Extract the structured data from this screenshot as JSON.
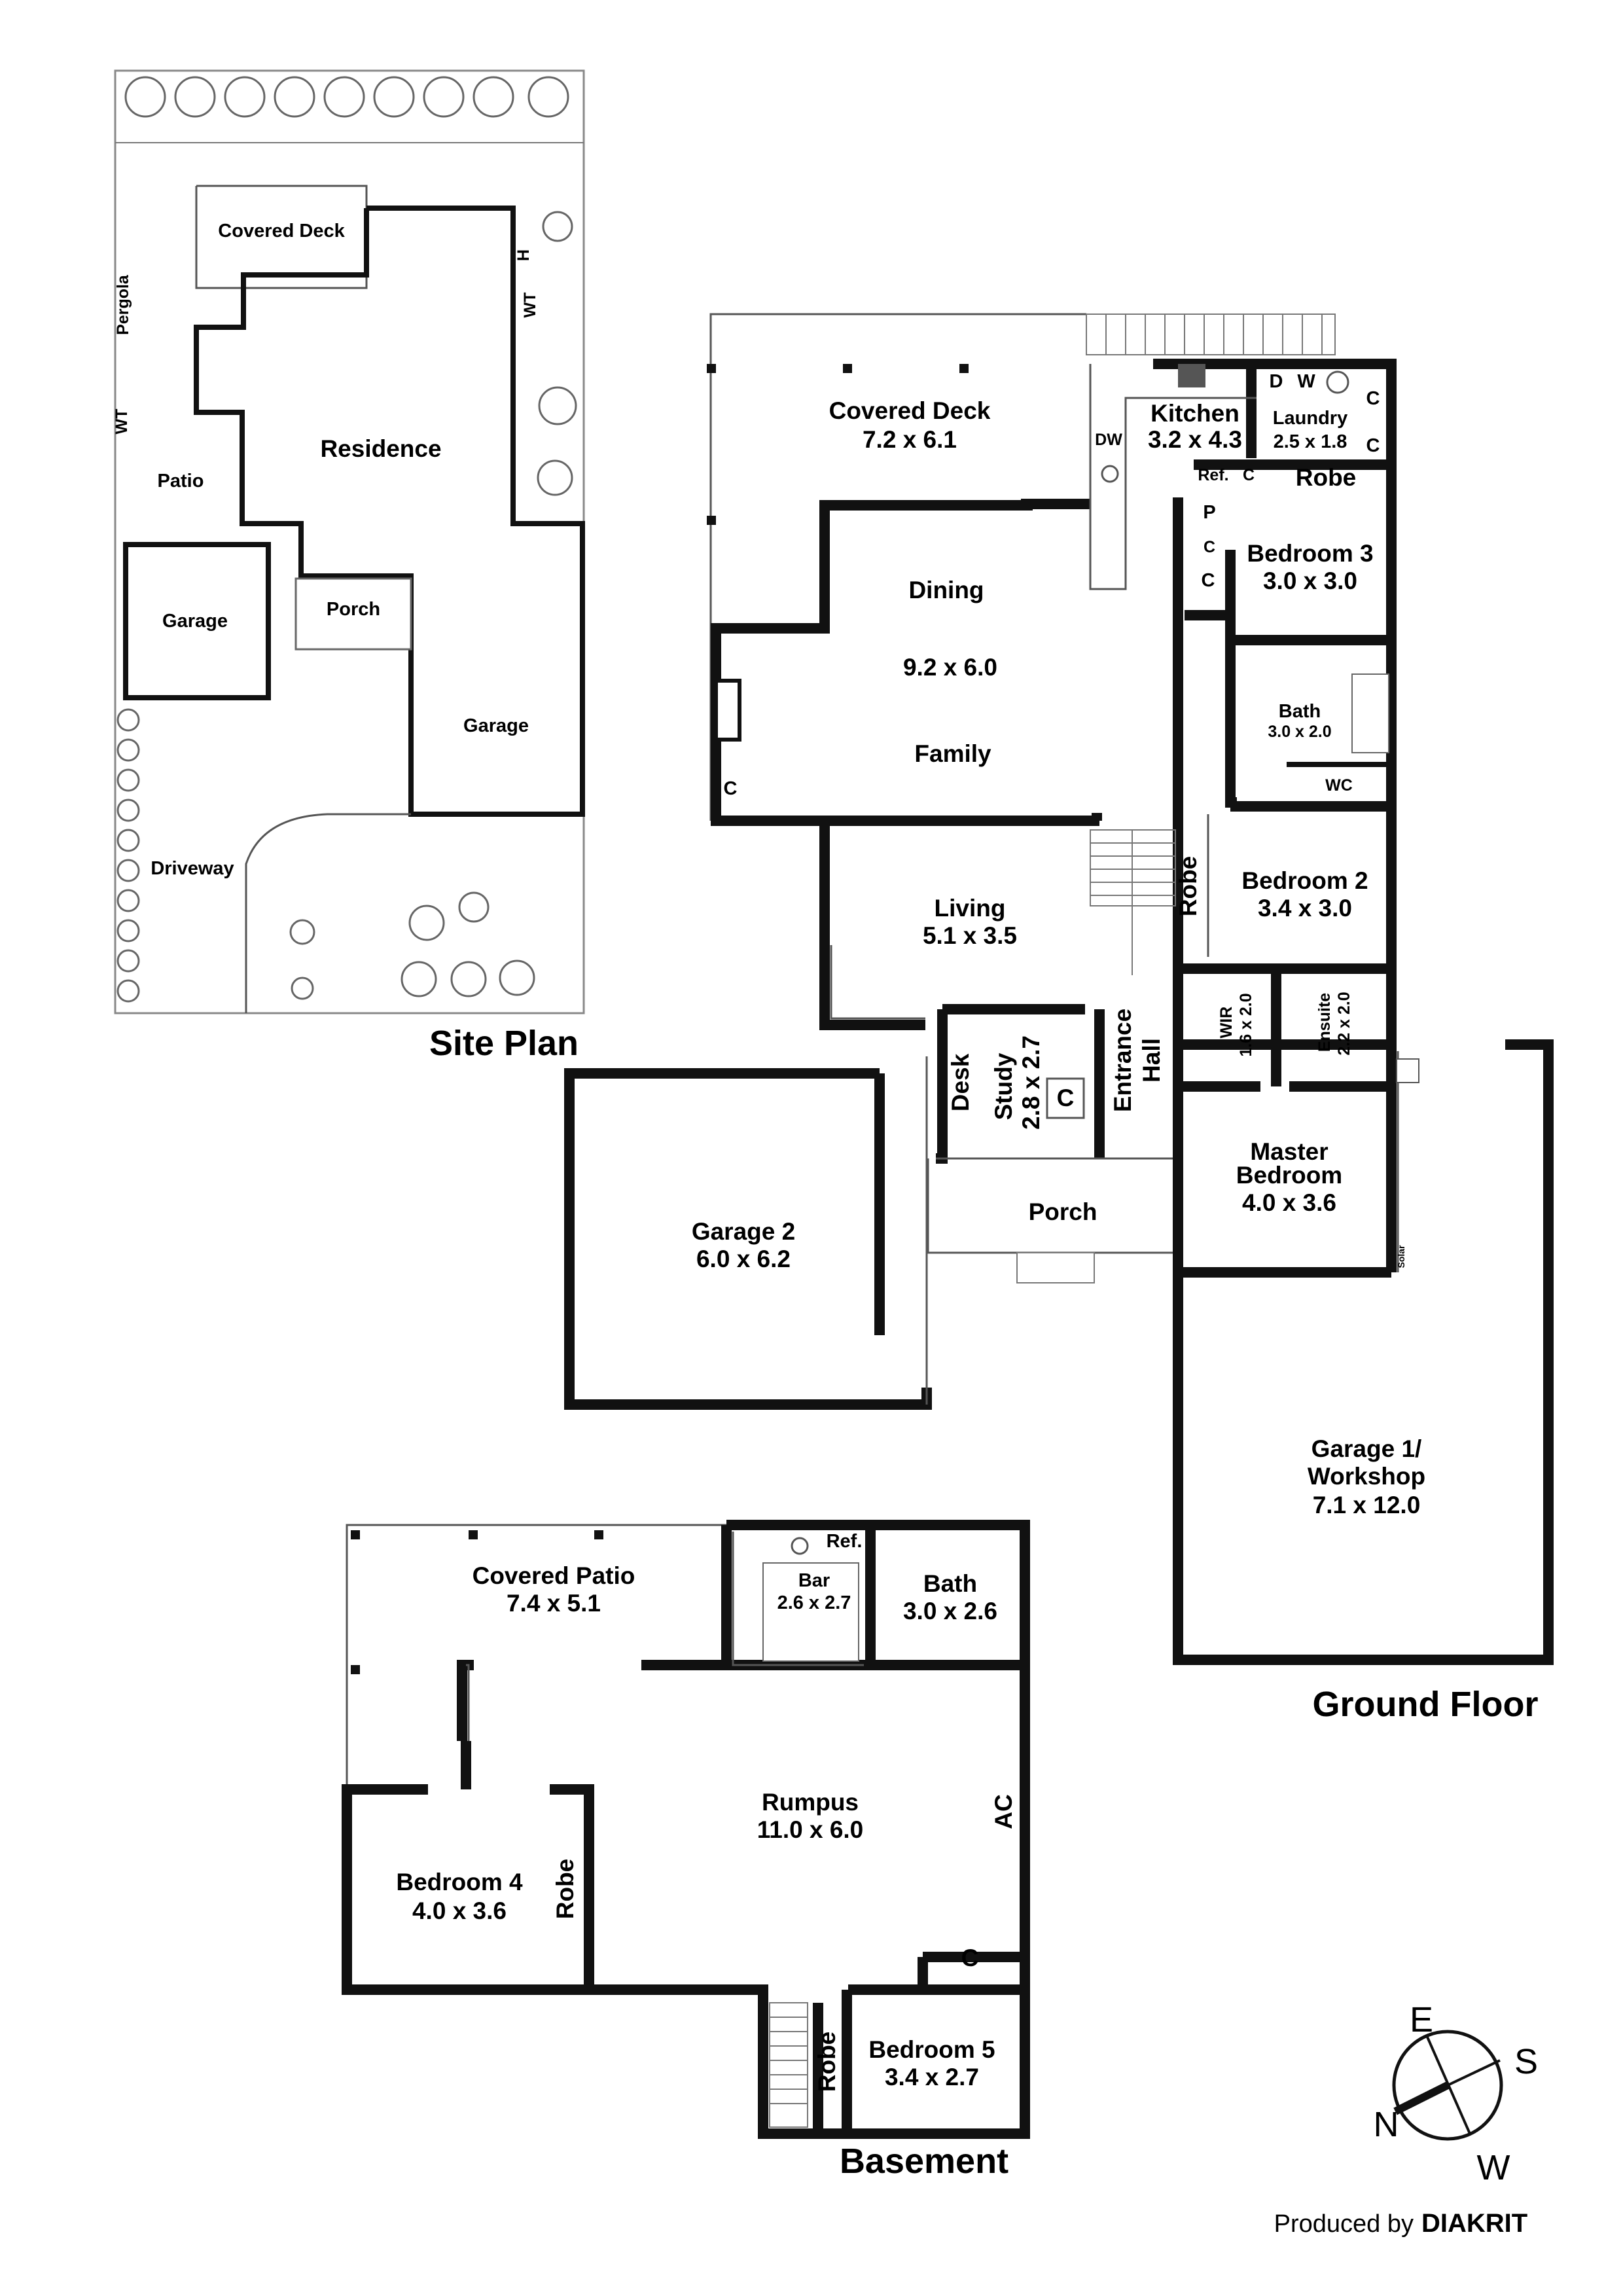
{
  "site_plan": {
    "title": "Site Plan",
    "labels": {
      "covered_deck": "Covered Deck",
      "pergola": "Pergola",
      "residence": "Residence",
      "patio": "Patio",
      "garage_left": "Garage",
      "porch": "Porch",
      "garage_right": "Garage",
      "driveway": "Driveway",
      "wt_left": "WT",
      "wt_right": "WT",
      "h": "H"
    }
  },
  "ground_floor": {
    "title": "Ground Floor",
    "rooms": {
      "covered_deck": {
        "name": "Covered Deck",
        "size": "7.2 x 6.1"
      },
      "kitchen": {
        "name": "Kitchen",
        "size": "3.2 x 4.3"
      },
      "laundry": {
        "name": "Laundry",
        "size": "2.5 x 1.8"
      },
      "dining": {
        "name": "Dining"
      },
      "dining_family_size": "9.2 x 6.0",
      "family": {
        "name": "Family"
      },
      "bedroom3": {
        "name": "Bedroom 3",
        "size": "3.0 x 3.0"
      },
      "bath": {
        "name": "Bath",
        "size": "3.0 x 2.0"
      },
      "wc": "WC",
      "bedroom2": {
        "name": "Bedroom 2",
        "size": "3.4 x 3.0"
      },
      "living": {
        "name": "Living",
        "size": "5.1 x 3.5"
      },
      "study": {
        "name": "Study",
        "size": "2.8 x 2.7"
      },
      "desk": "Desk",
      "entrance_hall": {
        "line1": "Entrance",
        "line2": "Hall"
      },
      "wir": {
        "name": "WIR",
        "size": "1.6 x 2.0"
      },
      "ensuite": {
        "name": "Ensuite",
        "size": "2.2 x 2.0"
      },
      "master_bedroom": {
        "line1": "Master",
        "line2": "Bedroom",
        "size": "4.0 x 3.6"
      },
      "porch": "Porch",
      "garage2": {
        "name": "Garage 2",
        "size": "6.0 x 6.2"
      },
      "garage1": {
        "line1": "Garage 1/",
        "line2": "Workshop",
        "size": "7.1 x 12.0"
      }
    },
    "fixtures": {
      "d": "D",
      "w": "W",
      "dw": "DW",
      "ref": "Ref.",
      "robe_top": "Robe",
      "robe_bed2": "Robe",
      "p": "P",
      "solar": "Solar",
      "c": "C"
    }
  },
  "basement": {
    "title": "Basement",
    "rooms": {
      "covered_patio": {
        "name": "Covered Patio",
        "size": "7.4 x 5.1"
      },
      "bar": {
        "name": "Bar",
        "size": "2.6 x 2.7"
      },
      "bath": {
        "name": "Bath",
        "size": "3.0 x 2.6"
      },
      "rumpus": {
        "name": "Rumpus",
        "size": "11.0 x 6.0"
      },
      "bedroom4": {
        "name": "Bedroom 4",
        "size": "4.0 x 3.6"
      },
      "bedroom5": {
        "name": "Bedroom 5",
        "size": "3.4 x 2.7"
      }
    },
    "fixtures": {
      "ref": "Ref.",
      "ac": "AC",
      "robe_b4": "Robe",
      "robe_b5": "Robe",
      "c": "C"
    }
  },
  "compass": {
    "n": "N",
    "e": "E",
    "s": "S",
    "w": "W"
  },
  "credit": {
    "prefix": "Produced by",
    "brand": "DIAKRIT"
  }
}
